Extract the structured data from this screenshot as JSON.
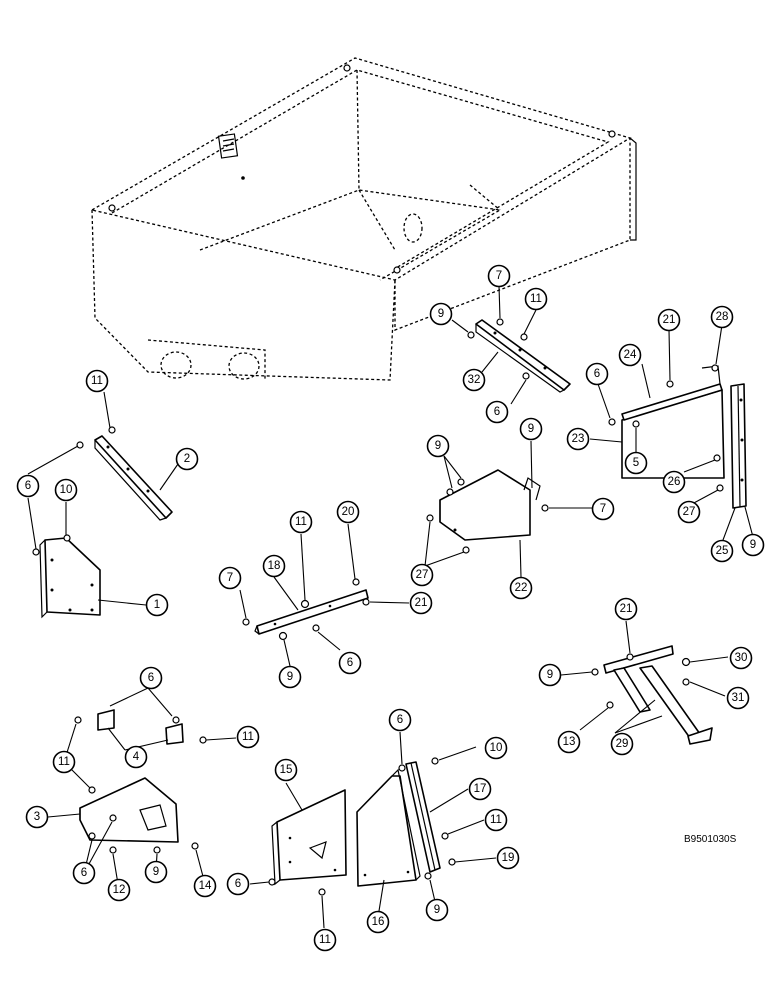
{
  "callouts": [
    {
      "id": "c-1",
      "label": "1"
    },
    {
      "id": "c-2",
      "label": "2"
    },
    {
      "id": "c-3",
      "label": "3"
    },
    {
      "id": "c-4",
      "label": "4"
    },
    {
      "id": "c-5",
      "label": "5"
    },
    {
      "id": "c-6a",
      "label": "6"
    },
    {
      "id": "c-6b",
      "label": "6"
    },
    {
      "id": "c-6c",
      "label": "6"
    },
    {
      "id": "c-6d",
      "label": "6"
    },
    {
      "id": "c-6e",
      "label": "6"
    },
    {
      "id": "c-6f",
      "label": "6"
    },
    {
      "id": "c-6g",
      "label": "6"
    },
    {
      "id": "c-6h",
      "label": "6"
    },
    {
      "id": "c-7a",
      "label": "7"
    },
    {
      "id": "c-7b",
      "label": "7"
    },
    {
      "id": "c-7c",
      "label": "7"
    },
    {
      "id": "c-9a",
      "label": "9"
    },
    {
      "id": "c-9b",
      "label": "9"
    },
    {
      "id": "c-9c",
      "label": "9"
    },
    {
      "id": "c-9d",
      "label": "9"
    },
    {
      "id": "c-9e",
      "label": "9"
    },
    {
      "id": "c-9f",
      "label": "9"
    },
    {
      "id": "c-9g",
      "label": "9"
    },
    {
      "id": "c-9h",
      "label": "9"
    },
    {
      "id": "c-10a",
      "label": "10"
    },
    {
      "id": "c-10b",
      "label": "10"
    },
    {
      "id": "c-11a",
      "label": "11"
    },
    {
      "id": "c-11b",
      "label": "11"
    },
    {
      "id": "c-11c",
      "label": "11"
    },
    {
      "id": "c-11d",
      "label": "11"
    },
    {
      "id": "c-11e",
      "label": "11"
    },
    {
      "id": "c-11f",
      "label": "11"
    },
    {
      "id": "c-11g",
      "label": "11"
    },
    {
      "id": "c-12",
      "label": "12"
    },
    {
      "id": "c-13",
      "label": "13"
    },
    {
      "id": "c-14",
      "label": "14"
    },
    {
      "id": "c-15",
      "label": "15"
    },
    {
      "id": "c-16",
      "label": "16"
    },
    {
      "id": "c-17",
      "label": "17"
    },
    {
      "id": "c-18",
      "label": "18"
    },
    {
      "id": "c-19",
      "label": "19"
    },
    {
      "id": "c-20",
      "label": "20"
    },
    {
      "id": "c-21a",
      "label": "21"
    },
    {
      "id": "c-21b",
      "label": "21"
    },
    {
      "id": "c-21c",
      "label": "21"
    },
    {
      "id": "c-22",
      "label": "22"
    },
    {
      "id": "c-23",
      "label": "23"
    },
    {
      "id": "c-24",
      "label": "24"
    },
    {
      "id": "c-25",
      "label": "25"
    },
    {
      "id": "c-26",
      "label": "26"
    },
    {
      "id": "c-27a",
      "label": "27"
    },
    {
      "id": "c-27b",
      "label": "27"
    },
    {
      "id": "c-28",
      "label": "28"
    },
    {
      "id": "c-29",
      "label": "29"
    },
    {
      "id": "c-30",
      "label": "30"
    },
    {
      "id": "c-31",
      "label": "31"
    },
    {
      "id": "c-32",
      "label": "32"
    }
  ],
  "figure_code": "B9501030S"
}
